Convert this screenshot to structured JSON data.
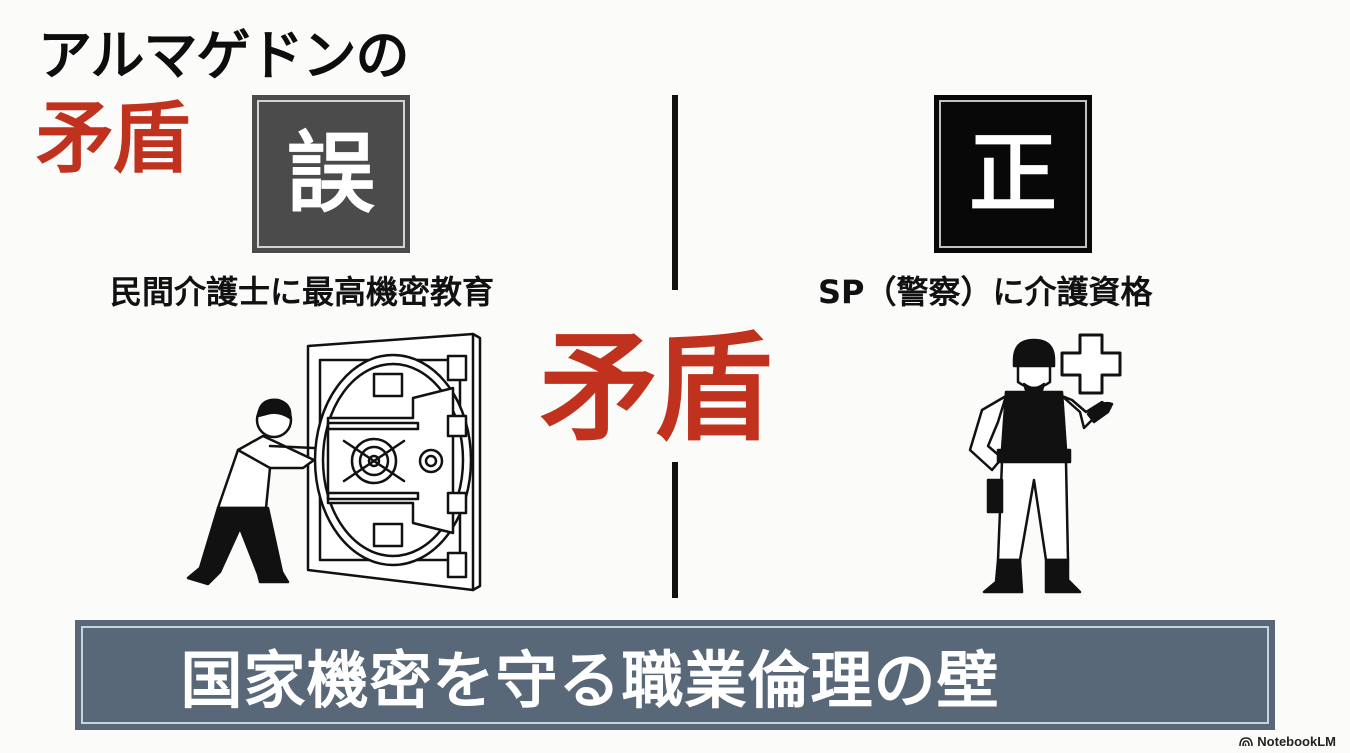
{
  "slide": {
    "title": "アルマゲドンの",
    "subtitle": "矛盾",
    "center_word": "矛盾",
    "accent_color": "#c0321e"
  },
  "left_panel": {
    "badge_glyph": "誤",
    "badge_color": "#4b4b4b",
    "caption": "民間介護士に最高機密教育",
    "illustration": "person-pushing-vault-door-icon"
  },
  "right_panel": {
    "badge_glyph": "正",
    "badge_color": "#080808",
    "caption": "SP（警察）に介護資格",
    "illustration": "police-officer-with-medical-cross-icon"
  },
  "banner": {
    "text": "国家機密を守る職業倫理の壁",
    "color": "#586879"
  },
  "watermark": {
    "label": "NotebookLM",
    "icon": "notebooklm-logo-icon"
  }
}
